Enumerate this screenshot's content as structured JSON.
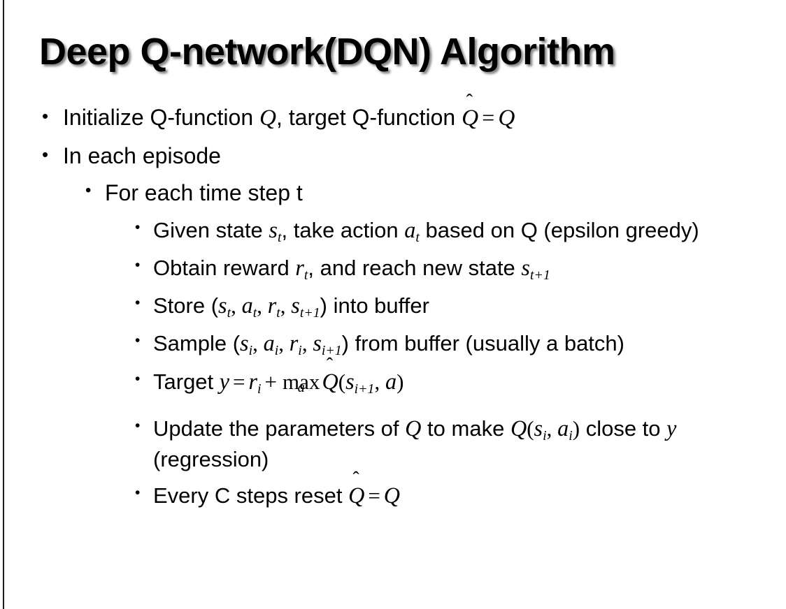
{
  "slide": {
    "title": "Deep Q-network(DQN) Algorithm",
    "background_color": "#ffffff",
    "text_color": "#000000",
    "left_rule_color": "#1a1a1a",
    "bullet_glyph": "•"
  },
  "content": {
    "level1": [
      {
        "id": "initialize",
        "text_parts": {
          "a": "Initialize Q-function ",
          "q1": "Q",
          "b": ", target Q-function ",
          "qhat": "Q",
          "hat": "ˆ",
          "eq": "=",
          "q2": "Q"
        },
        "plain": "Initialize Q-function Q, target Q-function Q̂ = Q"
      },
      {
        "id": "in-each-episode",
        "plain": "In each episode"
      }
    ],
    "level2": [
      {
        "id": "for-each-time-step",
        "plain": "For each time step t"
      }
    ],
    "level3": [
      {
        "id": "given-state",
        "parts": {
          "a": "Given state ",
          "s": "s",
          "s_sub": "t",
          "b": ", take action ",
          "act": "a",
          "act_sub": "t",
          "c": " based on Q (epsilon greedy)"
        },
        "plain": "Given state s_t, take action a_t based on Q (epsilon greedy)"
      },
      {
        "id": "obtain-reward",
        "parts": {
          "a": "Obtain reward ",
          "r": "r",
          "r_sub": "t",
          "b": ", and reach new state ",
          "s": "s",
          "s_sub": "t+1"
        },
        "plain": "Obtain reward r_t, and reach new state s_{t+1}"
      },
      {
        "id": "store-buffer",
        "parts": {
          "a": "Store (",
          "s": "s",
          "s_sub": "t",
          "c1": ", ",
          "act": "a",
          "act_sub": "t",
          "c2": ", ",
          "r": "r",
          "r_sub": "t",
          "c3": ", ",
          "s2": "s",
          "s2_sub": "t+1",
          "b": ") into buffer"
        },
        "plain": "Store (s_t, a_t, r_t, s_{t+1}) into buffer"
      },
      {
        "id": "sample-buffer",
        "parts": {
          "a": "Sample (",
          "s": "s",
          "s_sub": "i",
          "c1": ", ",
          "act": "a",
          "act_sub": "i",
          "c2": ", ",
          "r": "r",
          "r_sub": "i",
          "c3": ", ",
          "s2": "s",
          "s2_sub": "i+1",
          "b": ") from buffer (usually a batch)"
        },
        "plain": "Sample (s_i, a_i, r_i, s_{i+1}) from buffer (usually a batch)"
      },
      {
        "id": "target-equation",
        "parts": {
          "a": "Target ",
          "y": "y",
          "eq": "=",
          "r": "r",
          "r_sub": "i",
          "plus": "+",
          "max": "max",
          "max_limit": "a",
          "qhat": "Q",
          "hat": "ˆ",
          "paren_open": "(",
          "s": "s",
          "s_sub": "i+1",
          "comma": ", ",
          "act": "a",
          "paren_close": ")"
        },
        "plain": "Target y = r_i + max_a Q̂(s_{i+1}, a)"
      },
      {
        "id": "update-parameters",
        "parts": {
          "a": "Update the parameters of ",
          "q1": "Q",
          "b": " to make ",
          "q2": "Q",
          "paren_open": "(",
          "s": "s",
          "s_sub": "i",
          "comma": ", ",
          "act": "a",
          "act_sub": "i",
          "paren_close": ")",
          "c": " close to ",
          "y": "y",
          "d": " (regression)"
        },
        "plain": "Update the parameters of Q to make Q(s_i, a_i) close to y (regression)"
      },
      {
        "id": "reset-target",
        "parts": {
          "a": "Every C steps reset ",
          "qhat": "Q",
          "hat": "ˆ",
          "eq": "=",
          "q2": "Q"
        },
        "plain": "Every C steps reset Q̂ = Q"
      }
    ]
  }
}
